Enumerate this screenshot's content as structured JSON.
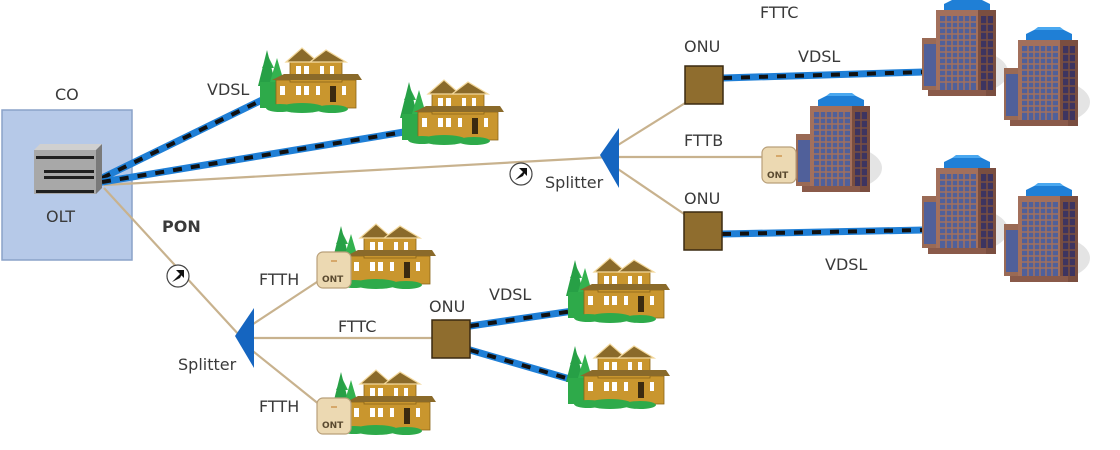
{
  "title": "PON access network topology: FTTH / FTTB / FTTC",
  "colors": {
    "co_box": "#b6c9e8",
    "co_border": "#8aa2c8",
    "fiber": "#c8b28e",
    "splitter": "#1565c0",
    "onu": "#8f6d2e",
    "ont": "#ecd9b2",
    "vdsl_blue": "#1f7fd6",
    "vdsl_black": "#111111",
    "house": "#c9962e",
    "tree": "#2eaa4a",
    "building": "#8a5a4a",
    "building_windows": "#4a5a8a"
  },
  "labels": {
    "co": "CO",
    "olt": "OLT",
    "pon": "PON",
    "vdsl_top_left": "VDSL",
    "splitter_right": "Splitter",
    "splitter_left": "Splitter",
    "fttc_top": "FTTC",
    "onu_top": "ONU",
    "vdsl_top_right": "VDSL",
    "fttb": "FTTB",
    "onu_right_mid": "ONU",
    "vdsl_bottom_right": "VDSL",
    "ftth_upper": "FTTH",
    "fttc_lower": "FTTC",
    "onu_lower": "ONU",
    "vdsl_lower": "VDSL",
    "ftth_lower": "FTTH",
    "ont": "ONT"
  },
  "nodes": [
    {
      "id": "co",
      "type": "central-office",
      "label": "CO"
    },
    {
      "id": "olt",
      "type": "optical-line-terminal",
      "label": "OLT"
    },
    {
      "id": "splitter-right",
      "type": "splitter",
      "label": "Splitter"
    },
    {
      "id": "splitter-left",
      "type": "splitter",
      "label": "Splitter"
    },
    {
      "id": "onu-fttc-top",
      "type": "onu",
      "label": "ONU"
    },
    {
      "id": "ont-fttb",
      "type": "ont",
      "label": "ONT"
    },
    {
      "id": "onu-right-mid",
      "type": "onu",
      "label": "ONU"
    },
    {
      "id": "ont-ftth-upper",
      "type": "ont",
      "label": "ONT"
    },
    {
      "id": "onu-fttc-lower",
      "type": "onu",
      "label": "ONU"
    },
    {
      "id": "ont-ftth-lower",
      "type": "ont",
      "label": "ONT"
    }
  ],
  "links": [
    {
      "from": "olt",
      "to": "house-top-1",
      "medium": "VDSL"
    },
    {
      "from": "olt",
      "to": "house-top-2",
      "medium": "VDSL"
    },
    {
      "from": "olt",
      "to": "splitter-right",
      "medium": "fiber"
    },
    {
      "from": "olt",
      "to": "splitter-left",
      "medium": "fiber (PON)"
    },
    {
      "from": "splitter-right",
      "to": "onu-fttc-top",
      "medium": "fiber"
    },
    {
      "from": "splitter-right",
      "to": "ont-fttb",
      "medium": "fiber (FTTB)"
    },
    {
      "from": "splitter-right",
      "to": "onu-right-mid",
      "medium": "fiber"
    },
    {
      "from": "onu-fttc-top",
      "to": "buildings-top",
      "medium": "VDSL"
    },
    {
      "from": "onu-right-mid",
      "to": "buildings-bottom",
      "medium": "VDSL"
    },
    {
      "from": "splitter-left",
      "to": "ont-ftth-upper",
      "medium": "fiber (FTTH)"
    },
    {
      "from": "splitter-left",
      "to": "onu-fttc-lower",
      "medium": "fiber (FTTC)"
    },
    {
      "from": "splitter-left",
      "to": "ont-ftth-lower",
      "medium": "fiber (FTTH)"
    },
    {
      "from": "onu-fttc-lower",
      "to": "house-lower-1",
      "medium": "VDSL"
    },
    {
      "from": "onu-fttc-lower",
      "to": "house-lower-2",
      "medium": "VDSL"
    }
  ]
}
